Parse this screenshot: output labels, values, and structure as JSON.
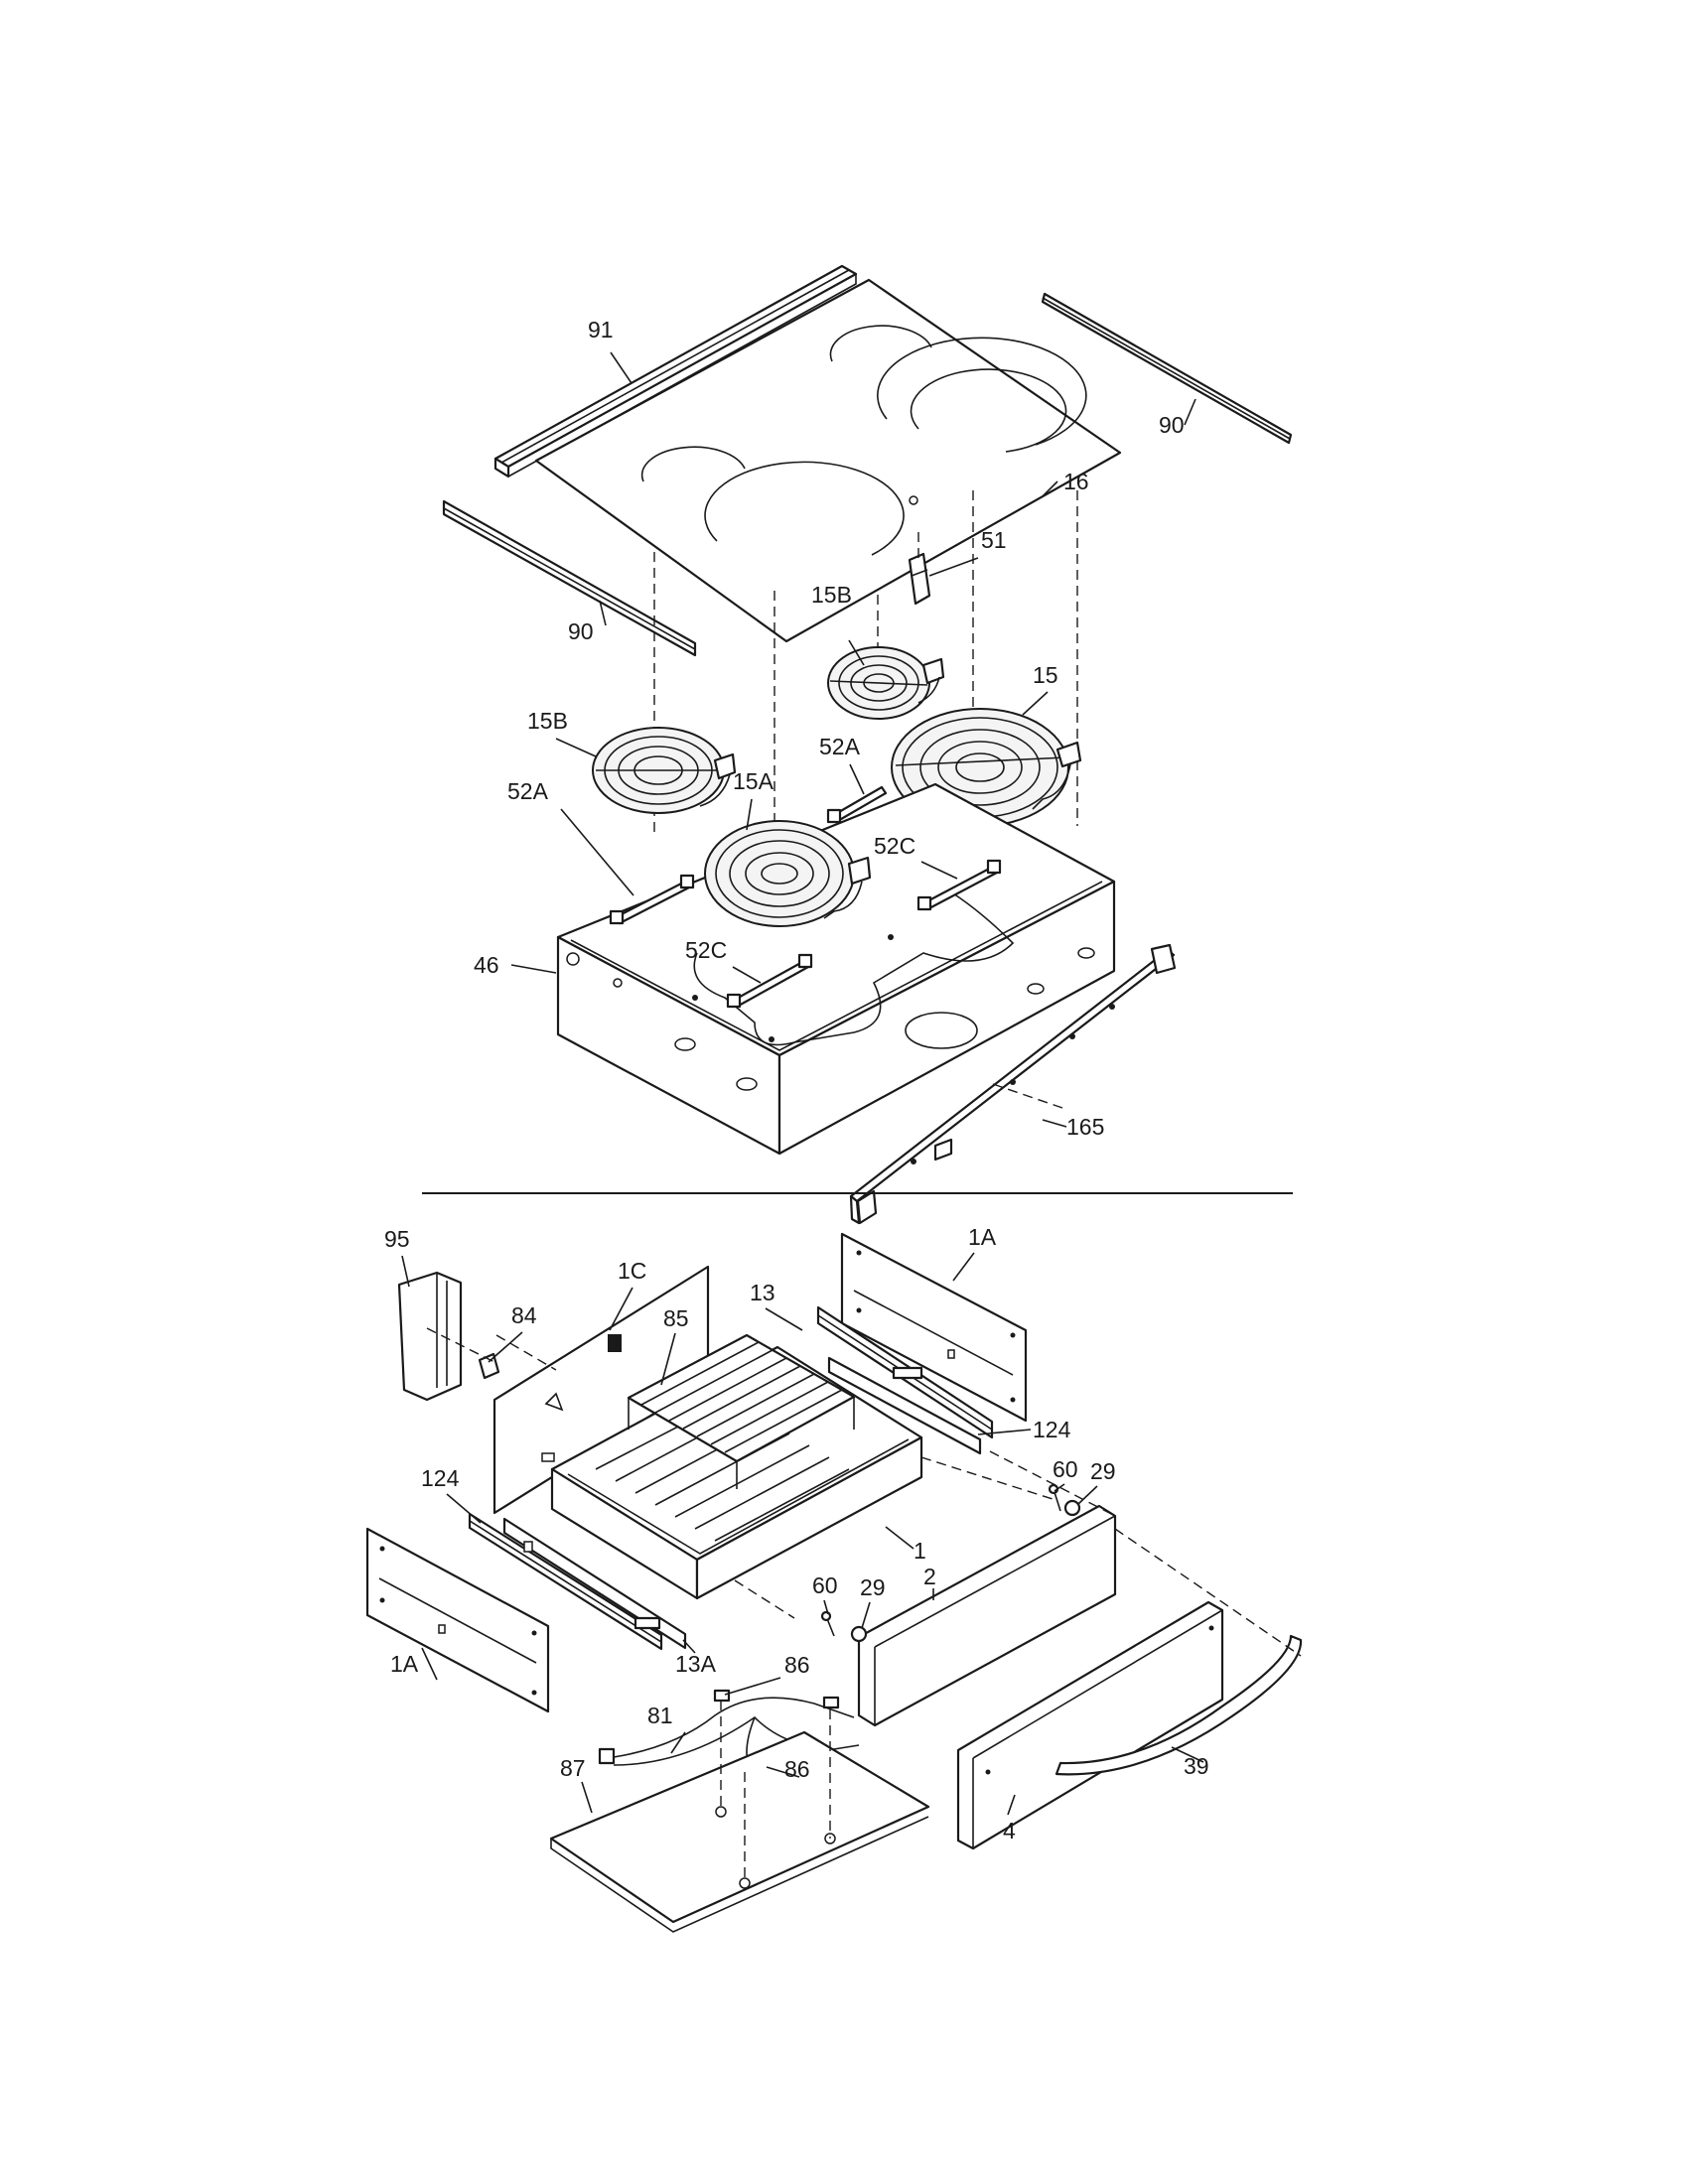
{
  "callouts": {
    "c91": "91",
    "c90_right": "90",
    "c16": "16",
    "c90_left": "90",
    "c51": "51",
    "c15B_top": "15B",
    "c15": "15",
    "c15B_left": "15B",
    "c52A_right": "52A",
    "c52A_left": "52A",
    "c15A": "15A",
    "c52C_right": "52C",
    "c52C_left": "52C",
    "c46": "46",
    "c165": "165",
    "c95": "95",
    "c84": "84",
    "c1C": "1C",
    "c85": "85",
    "c13": "13",
    "c1A_top": "1A",
    "c124_right": "124",
    "c60_right": "60",
    "c29_right": "29",
    "c124_left": "124",
    "c1": "1",
    "c2": "2",
    "c60_mid": "60",
    "c29_mid": "29",
    "c1A_bottom": "1A",
    "c13A": "13A",
    "c86_top": "86",
    "c81": "81",
    "c86_bottom": "86",
    "c39": "39",
    "c87": "87",
    "c4": "4"
  }
}
